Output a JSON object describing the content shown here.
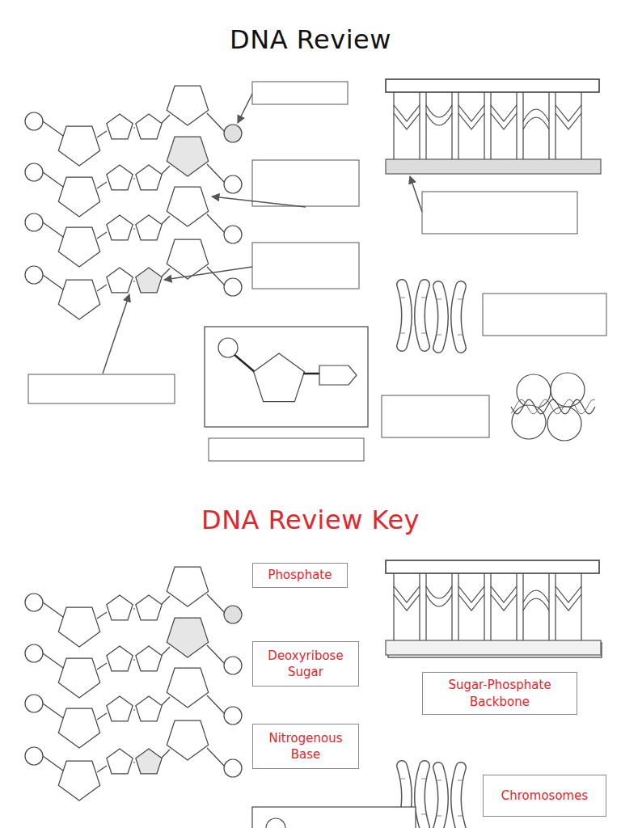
{
  "diagram": {
    "title": "DNA Review",
    "nodes": [
      {
        "text": [
          "Phosphate"
        ]
      },
      {
        "text": [
          "Deoxyribose Sugar"
        ]
      },
      {
        "text": [
          "Nitrogenous Base"
        ]
      },
      {
        "text": [
          "Sugar-Phosphate Backbone"
        ]
      },
      {
        "text": [
          "Chromosomes"
        ]
      }
    ],
    "labels": [
      "DNA Review Key"
    ]
  }
}
